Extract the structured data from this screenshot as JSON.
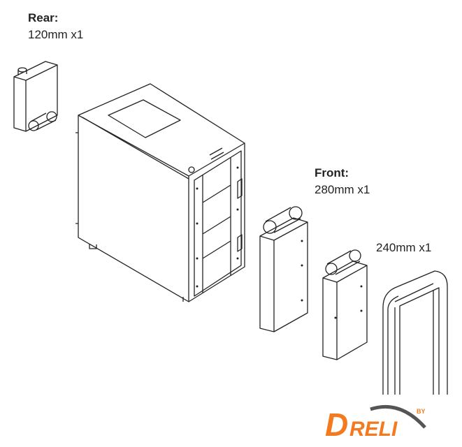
{
  "rear": {
    "title": "Rear:",
    "spec": "120mm x1"
  },
  "front": {
    "title": "Front:",
    "spec": "280mm x1"
  },
  "front_alt": {
    "spec": "240mm x1"
  },
  "logo": {
    "text": "DRELI",
    "by": "BY",
    "color": "#f47a20"
  }
}
